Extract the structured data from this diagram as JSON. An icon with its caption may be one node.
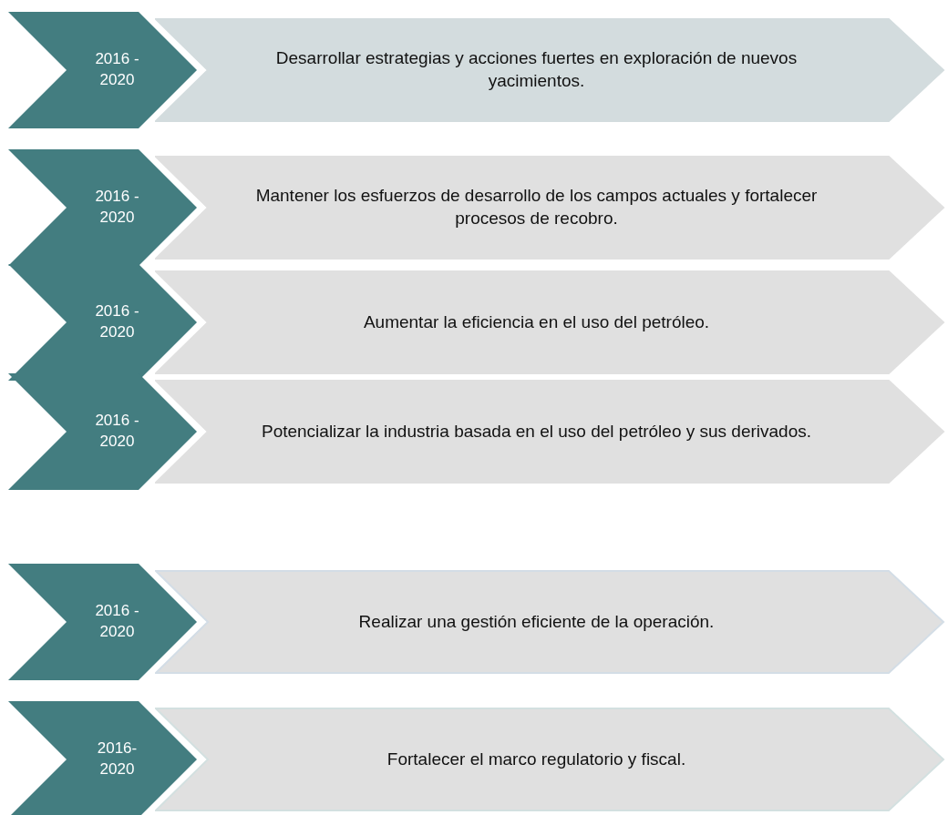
{
  "diagram": {
    "nodes": [
      {
        "text": [
          "2016 - 2020"
        ]
      },
      {
        "text": [
          "Desarrollar estrategias y acciones fuertes en exploración de nuevos yacimientos."
        ]
      },
      {
        "text": [
          "2016 - 2020"
        ]
      },
      {
        "text": [
          "Mantener los esfuerzos de desarrollo de los campos actuales y fortalecer procesos de recobro."
        ]
      },
      {
        "text": [
          "2016 - 2020"
        ]
      },
      {
        "text": [
          "Aumentar la eficiencia en el uso del petróleo."
        ]
      },
      {
        "text": [
          "2016 - 2020"
        ]
      },
      {
        "text": [
          "Potencializar la industria basada en el uso del petróleo y sus derivados."
        ]
      },
      {
        "text": [
          "2016 - 2020"
        ]
      },
      {
        "text": [
          "Realizar una gestión eficiente de la operación."
        ]
      },
      {
        "text": [
          "2016- 2020"
        ]
      },
      {
        "text": [
          "Fortalecer el marco regulatorio y fiscal."
        ]
      }
    ]
  }
}
